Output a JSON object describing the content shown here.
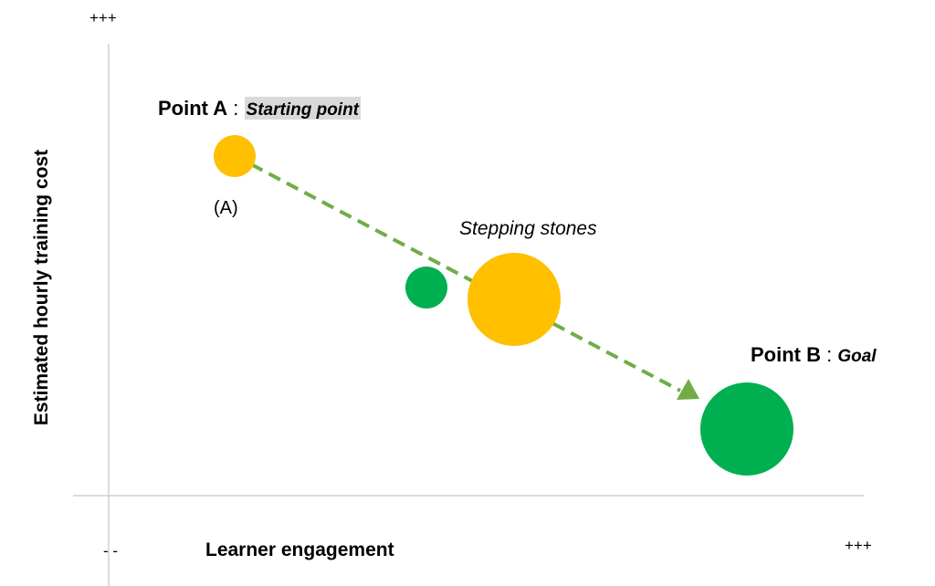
{
  "colors": {
    "orange": "#FFC000",
    "green": "#00B050",
    "arrow": "#70AD47",
    "axis": "#d0d0d0",
    "highlight": "#d9d9d9"
  },
  "axes": {
    "y_top_marker": "+++",
    "x_left_marker": "- -",
    "x_right_marker": "+++",
    "x_title": "Learner engagement",
    "y_title": "Estimated hourly training cost"
  },
  "labels": {
    "point_a_name": "Point A",
    "point_a_sep": " : ",
    "point_a_desc": "Starting point",
    "point_a_tag": "(A)",
    "stepping_stones": "Stepping stones",
    "point_b_name": "Point B",
    "point_b_sep": " : ",
    "point_b_desc": "Goal"
  },
  "bubbles": [
    {
      "id": "point-a",
      "color": "orange",
      "size": "small"
    },
    {
      "id": "stepping-stone-green",
      "color": "green",
      "size": "small"
    },
    {
      "id": "stepping-stone-orange",
      "color": "orange",
      "size": "large"
    },
    {
      "id": "point-b",
      "color": "green",
      "size": "large"
    }
  ],
  "path": {
    "style": "dashed-arrow",
    "from": "point-a",
    "to": "point-b"
  }
}
